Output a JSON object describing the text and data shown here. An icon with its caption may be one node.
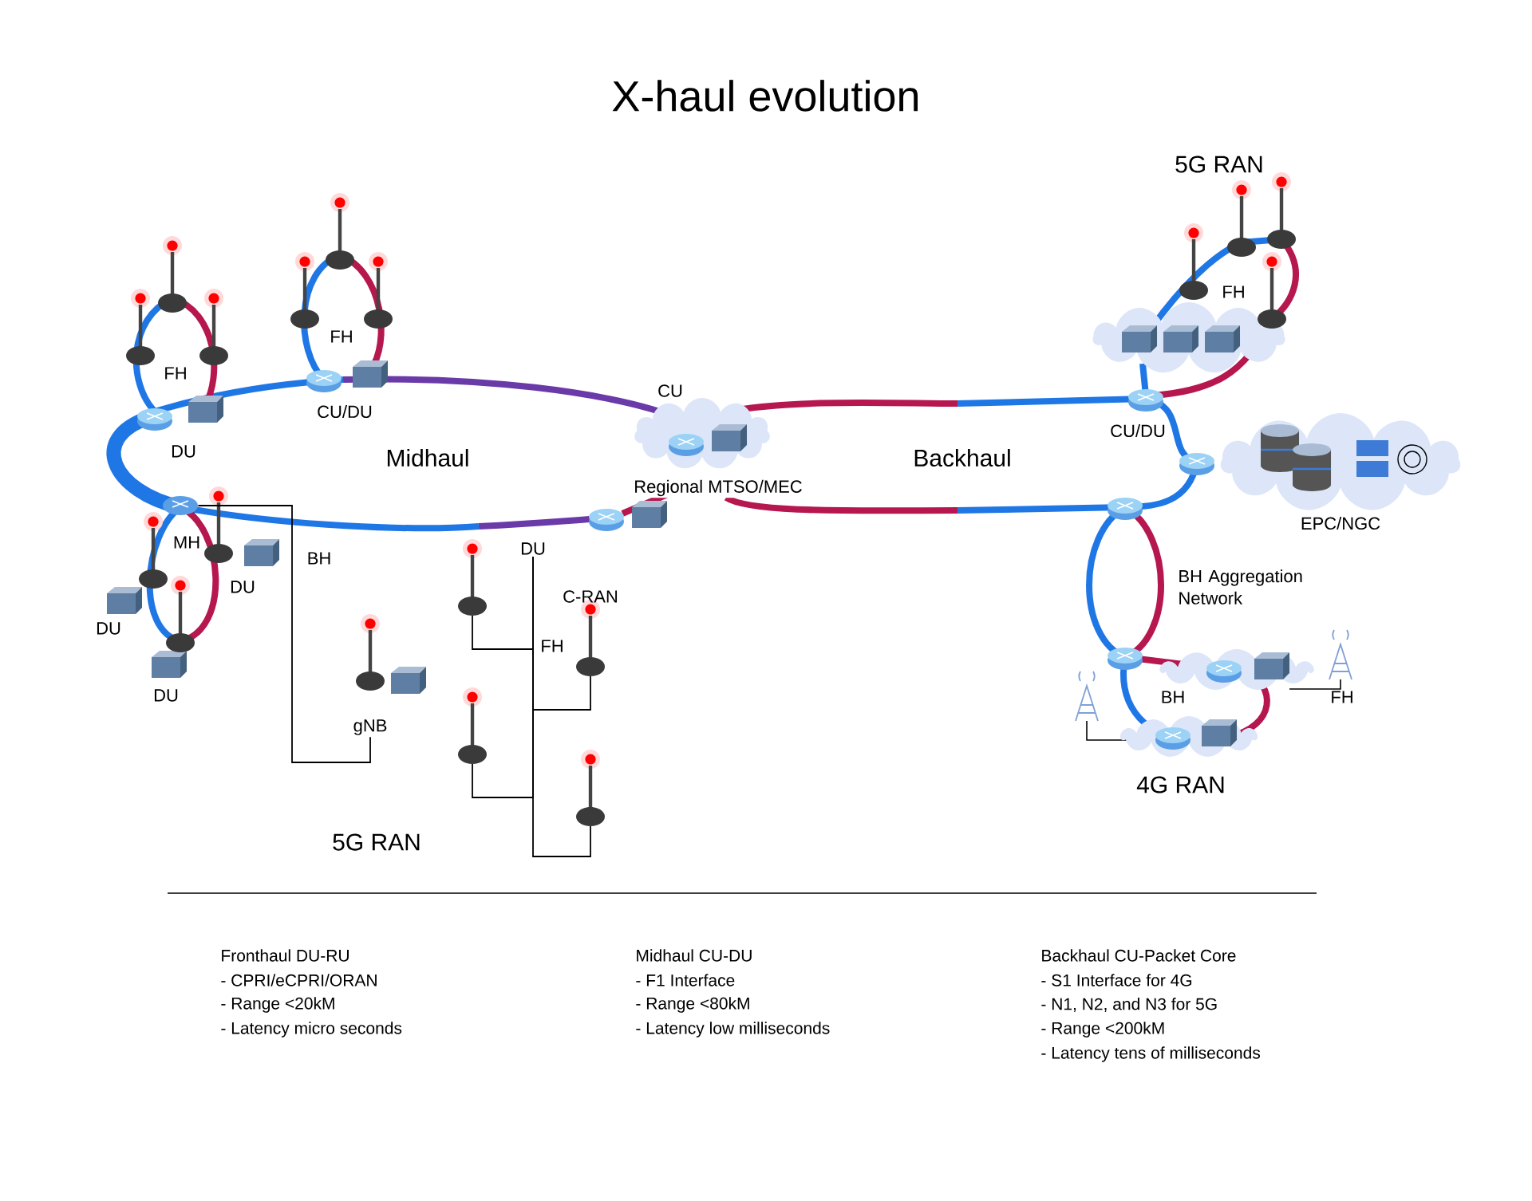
{
  "diagram": {
    "title": "X-haul evolution",
    "nodes": [
      {
        "text": [
          "CU"
        ],
        "beside": [
          "Regional MTSO/MEC"
        ]
      },
      {
        "text": [
          "EPC/NGC"
        ]
      },
      {
        "text": [],
        "shape": "cloud"
      },
      {
        "text": [
          "MH"
        ]
      },
      {
        "text": [
          "gNB"
        ]
      },
      {
        "text": [
          "DU"
        ]
      },
      {
        "text": [],
        "shape": "picture"
      },
      {
        "text": [],
        "shape": "picture"
      },
      {
        "text": [],
        "shape": "picture"
      },
      {
        "text": [],
        "shape": "picture"
      }
    ],
    "edges": [
      {
        "from": 3,
        "to": 4,
        "arrow": "none",
        "label": "BH"
      },
      {
        "from": 5,
        "to": 6,
        "arrow": "none"
      },
      {
        "from": 5,
        "to": 7,
        "arrow": "none"
      },
      {
        "from": 5,
        "to": 8,
        "arrow": "none"
      },
      {
        "from": 5,
        "to": 9,
        "arrow": "none"
      }
    ],
    "labels": [
      "5G RAN",
      "FH",
      "FH",
      "FH",
      "CU/DU",
      "DU",
      "Midhaul",
      "Backhaul",
      "CU/DU",
      "DU",
      "BH Aggregation Network",
      "C-RAN",
      "DU",
      "FH",
      "DU",
      "BH",
      "FH",
      "4G RAN",
      "5G RAN",
      "Fronthaul DU-RU",
      "- CPRI/eCPRI/ORAN",
      "- Range <20kM",
      "- Latency micro seconds",
      "Midhaul CU-DU",
      "- F1 Interface",
      "- Range <80kM",
      "- Latency low milliseconds",
      "Backhaul CU-Packet Core",
      "- S1 Interface for 4G",
      "- N1, N2, and N3 for 5G",
      "- Range <200kM",
      "- Latency tens of milliseconds"
    ]
  }
}
